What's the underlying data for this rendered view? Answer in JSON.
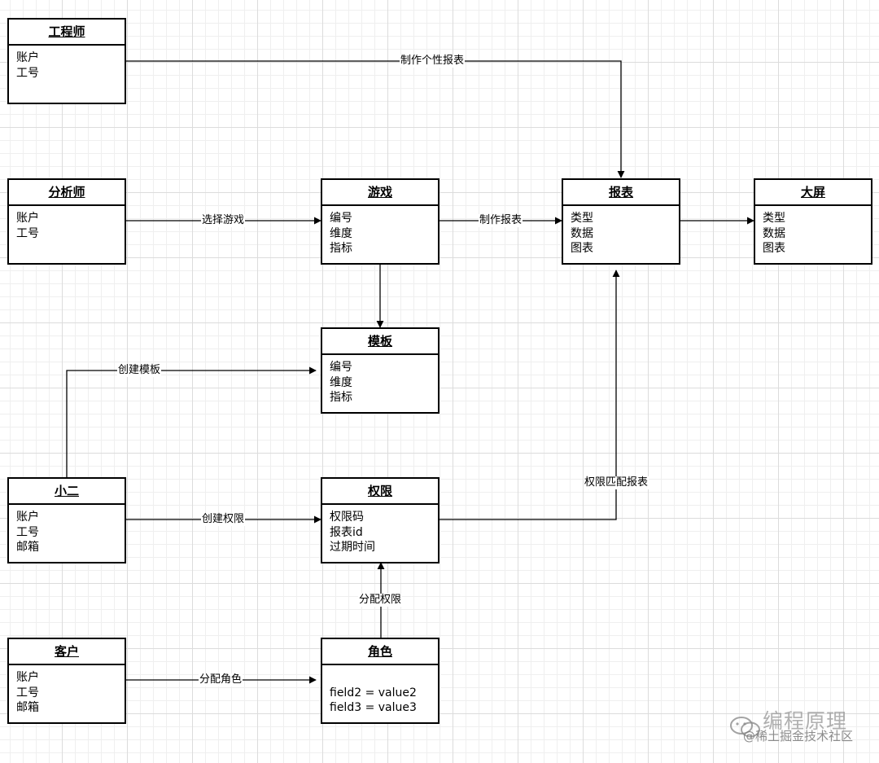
{
  "entities": {
    "engineer": {
      "title": "工程师",
      "attrs": [
        "账户",
        "工号"
      ]
    },
    "analyst": {
      "title": "分析师",
      "attrs": [
        "账户",
        "工号"
      ]
    },
    "game": {
      "title": "游戏",
      "attrs": [
        "编号",
        "维度",
        "指标"
      ]
    },
    "report": {
      "title": "报表",
      "attrs": [
        "类型",
        "数据",
        "图表"
      ]
    },
    "bigscreen": {
      "title": "大屏",
      "attrs": [
        "类型",
        "数据",
        "图表"
      ]
    },
    "template": {
      "title": "模板",
      "attrs": [
        "编号",
        "维度",
        "指标"
      ]
    },
    "xiaoer": {
      "title": "小二",
      "attrs": [
        "账户",
        "工号",
        "邮箱"
      ]
    },
    "permission": {
      "title": "权限",
      "attrs": [
        "权限码",
        "报表id",
        "过期时间"
      ]
    },
    "customer": {
      "title": "客户",
      "attrs": [
        "账户",
        "工号",
        "邮箱"
      ]
    },
    "role": {
      "title": "角色",
      "attrs": [
        "",
        "field2 = value2",
        "field3 = value3"
      ]
    }
  },
  "edges": {
    "engineer_report": "制作个性报表",
    "analyst_game": "选择游戏",
    "game_report": "制作报表",
    "xiaoer_template": "创建模板",
    "xiaoer_permission": "创建权限",
    "permission_report": "权限匹配报表",
    "role_permission": "分配权限",
    "customer_role": "分配角色"
  },
  "watermark": {
    "line1": "编程原理",
    "line2": "@稀土掘金技术社区"
  },
  "colors": {
    "line": "#000000",
    "grid": "#dcdcdc",
    "background": "#ffffff"
  }
}
